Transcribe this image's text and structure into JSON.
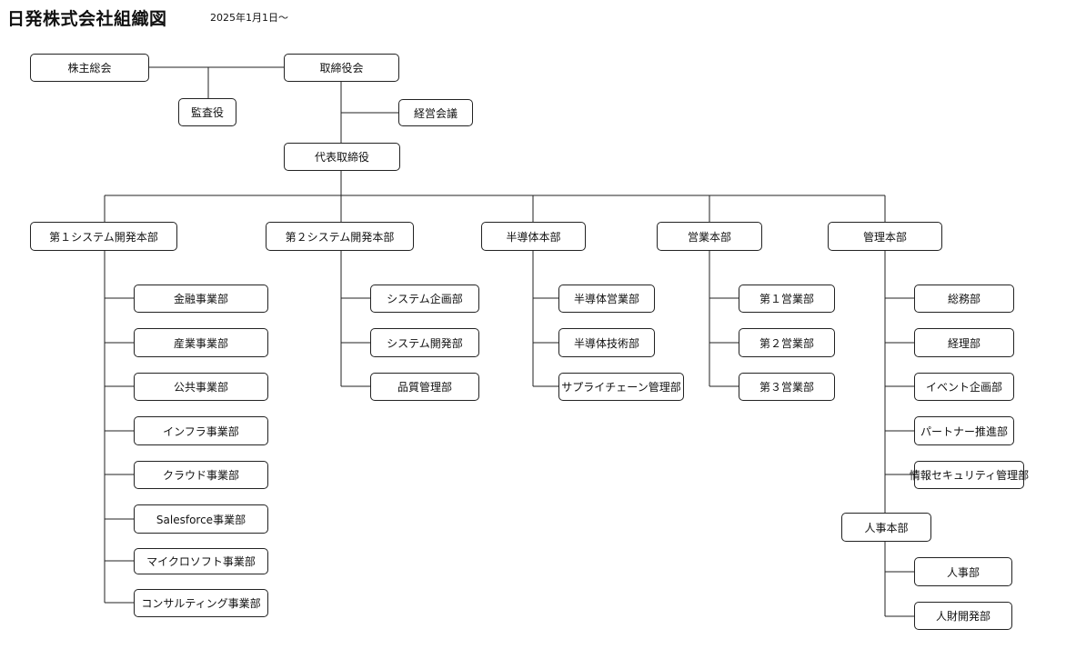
{
  "title": "日発株式会社組織図",
  "date": "2025年1月1日～",
  "top": {
    "shareholders": "株主総会",
    "board": "取締役会",
    "auditor": "監査役",
    "management_meeting": "経営会議",
    "president": "代表取締役"
  },
  "divisions": {
    "sys1": {
      "name": "第１システム開発本部",
      "depts": [
        "金融事業部",
        "産業事業部",
        "公共事業部",
        "インフラ事業部",
        "クラウド事業部",
        "Salesforce事業部",
        "マイクロソフト事業部",
        "コンサルティング事業部"
      ]
    },
    "sys2": {
      "name": "第２システム開発本部",
      "depts": [
        "システム企画部",
        "システム開発部",
        "品質管理部"
      ]
    },
    "semi": {
      "name": "半導体本部",
      "depts": [
        "半導体営業部",
        "半導体技術部",
        "サプライチェーン管理部"
      ]
    },
    "sales": {
      "name": "営業本部",
      "depts": [
        "第１営業部",
        "第２営業部",
        "第３営業部"
      ]
    },
    "admin": {
      "name": "管理本部",
      "depts": [
        "総務部",
        "経理部",
        "イベント企画部",
        "パートナー推進部",
        "情報セキュリティ管理部"
      ]
    },
    "hr": {
      "name": "人事本部",
      "depts": [
        "人事部",
        "人財開発部"
      ]
    }
  }
}
